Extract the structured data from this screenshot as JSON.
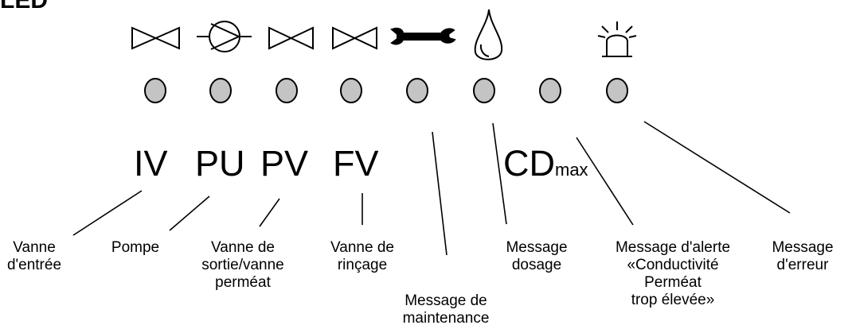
{
  "heading": "LED",
  "icons": [
    {
      "name": "inlet-valve-icon"
    },
    {
      "name": "pump-icon"
    },
    {
      "name": "permeate-valve-icon"
    },
    {
      "name": "flush-valve-icon"
    },
    {
      "name": "wrench-icon"
    },
    {
      "name": "drop-icon"
    },
    {
      "name": "alarm-beacon-icon"
    }
  ],
  "led_color": "#c4c4c4",
  "codes": {
    "iv": "IV",
    "pu": "PU",
    "pv": "PV",
    "fv": "FV",
    "cd": "CD",
    "cd_sub": "max"
  },
  "labels": {
    "iv": "Vanne\nd'entrée",
    "pu": "Pompe",
    "pv": "Vanne de\nsortie/vanne\nperméat",
    "fv": "Vanne de\nrinçage",
    "maintenance": "Message de\nmaintenance",
    "dosage": "Message\ndosage",
    "conductivity": "Message d'alerte\n«Conductivité\nPerméat\ntrop élevée»",
    "error": "Message\nd'erreur"
  }
}
